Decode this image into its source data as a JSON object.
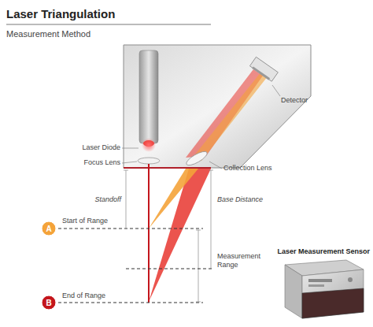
{
  "diagram": {
    "title": "Laser Triangulation",
    "nodes": [
      {
        "text": [
          "A"
        ]
      },
      {
        "text": [
          "B"
        ]
      }
    ],
    "labels": [
      "Measurement Method",
      "Detector",
      "Laser Diode",
      "Focus Lens",
      "Collection Lens",
      "Standoff",
      "Base Distance",
      "Start of Range",
      "Measurement Range",
      "End of Range",
      "Laser Measurement Sensor"
    ]
  }
}
